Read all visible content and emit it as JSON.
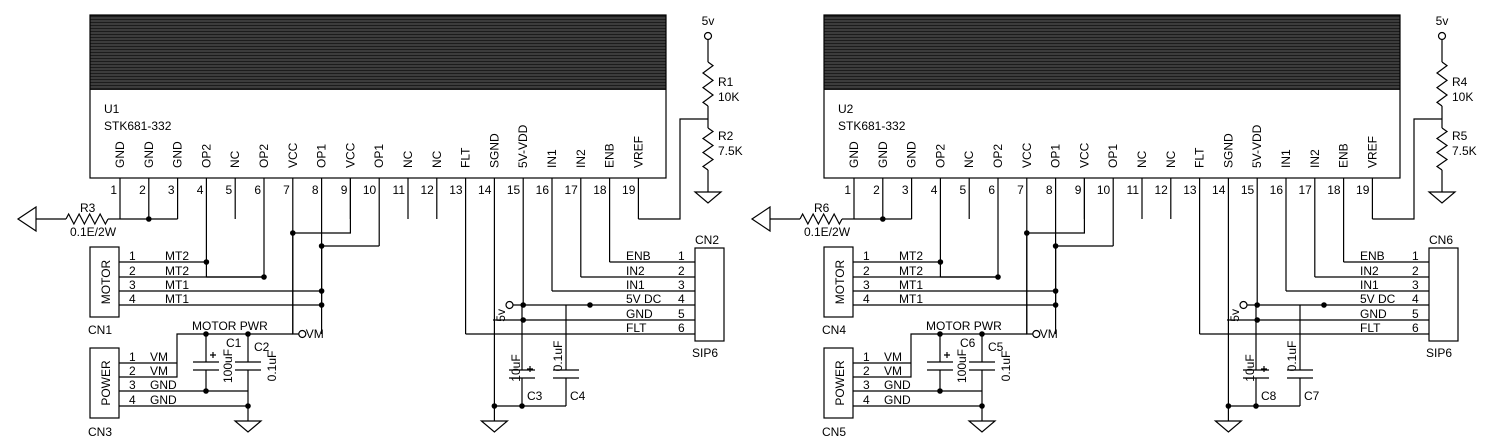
{
  "colors": {
    "ink": "#000000",
    "paper": "#ffffff"
  },
  "circuits": [
    {
      "ic_ref": "U1",
      "ic_part": "STK681-332",
      "pins": [
        {
          "num": "1",
          "name": "GND"
        },
        {
          "num": "2",
          "name": "GND"
        },
        {
          "num": "3",
          "name": "GND"
        },
        {
          "num": "4",
          "name": "OP2"
        },
        {
          "num": "5",
          "name": "NC"
        },
        {
          "num": "6",
          "name": "OP2"
        },
        {
          "num": "7",
          "name": "VCC"
        },
        {
          "num": "8",
          "name": "OP1"
        },
        {
          "num": "9",
          "name": "VCC"
        },
        {
          "num": "10",
          "name": "OP1"
        },
        {
          "num": "11",
          "name": "NC"
        },
        {
          "num": "12",
          "name": "NC"
        },
        {
          "num": "13",
          "name": "FLT"
        },
        {
          "num": "14",
          "name": "SGND"
        },
        {
          "num": "15",
          "name": "5V-VDD"
        },
        {
          "num": "16",
          "name": "IN1"
        },
        {
          "num": "17",
          "name": "IN2"
        },
        {
          "num": "18",
          "name": "ENB"
        },
        {
          "num": "19",
          "name": "VREF"
        }
      ],
      "supply_label": "5v",
      "r_top": {
        "ref": "R1",
        "value": "10K"
      },
      "r_bottom": {
        "ref": "R2",
        "value": "7.5K"
      },
      "r_sense": {
        "ref": "R3",
        "value": "0.1E/2W"
      },
      "motor_conn": {
        "ref": "CN1",
        "title": "MOTOR",
        "pins": [
          "1",
          "2",
          "3",
          "4"
        ],
        "nets": [
          "MT2",
          "MT2",
          "MT1",
          "MT1"
        ]
      },
      "power_conn": {
        "ref": "CN3",
        "title": "POWER",
        "pins": [
          "1",
          "2",
          "3",
          "4"
        ],
        "nets": [
          "VM",
          "VM",
          "GND",
          "GND"
        ]
      },
      "motor_pwr_label": "MOTOR PWR",
      "vm_label": "VM",
      "cap_bulk": {
        "ref": "C1",
        "value": "100uF"
      },
      "cap_film": {
        "ref": "C2",
        "value": "0.1uF"
      },
      "cap_logic_bulk": {
        "ref": "C3",
        "value": "10uF"
      },
      "cap_logic_film": {
        "ref": "C4",
        "value": "0.1uF"
      },
      "logic_supply_label": "5v",
      "sip_conn": {
        "ref": "CN2",
        "type": "SIP6",
        "pins": [
          "1",
          "2",
          "3",
          "4",
          "5",
          "6"
        ],
        "nets": [
          "ENB",
          "IN2",
          "IN1",
          "5V DC",
          "GND",
          "FLT"
        ]
      }
    },
    {
      "ic_ref": "U2",
      "ic_part": "STK681-332",
      "pins": [
        {
          "num": "1",
          "name": "GND"
        },
        {
          "num": "2",
          "name": "GND"
        },
        {
          "num": "3",
          "name": "GND"
        },
        {
          "num": "4",
          "name": "OP2"
        },
        {
          "num": "5",
          "name": "NC"
        },
        {
          "num": "6",
          "name": "OP2"
        },
        {
          "num": "7",
          "name": "VCC"
        },
        {
          "num": "8",
          "name": "OP1"
        },
        {
          "num": "9",
          "name": "VCC"
        },
        {
          "num": "10",
          "name": "OP1"
        },
        {
          "num": "11",
          "name": "NC"
        },
        {
          "num": "12",
          "name": "NC"
        },
        {
          "num": "13",
          "name": "FLT"
        },
        {
          "num": "14",
          "name": "SGND"
        },
        {
          "num": "15",
          "name": "5V-VDD"
        },
        {
          "num": "16",
          "name": "IN1"
        },
        {
          "num": "17",
          "name": "IN2"
        },
        {
          "num": "18",
          "name": "ENB"
        },
        {
          "num": "19",
          "name": "VREF"
        }
      ],
      "supply_label": "5v",
      "r_top": {
        "ref": "R4",
        "value": "10K"
      },
      "r_bottom": {
        "ref": "R5",
        "value": "7.5K"
      },
      "r_sense": {
        "ref": "R6",
        "value": "0.1E/2W"
      },
      "motor_conn": {
        "ref": "CN4",
        "title": "MOTOR",
        "pins": [
          "1",
          "2",
          "3",
          "4"
        ],
        "nets": [
          "MT2",
          "MT2",
          "MT1",
          "MT1"
        ]
      },
      "power_conn": {
        "ref": "CN5",
        "title": "POWER",
        "pins": [
          "1",
          "2",
          "3",
          "4"
        ],
        "nets": [
          "VM",
          "VM",
          "GND",
          "GND"
        ]
      },
      "motor_pwr_label": "MOTOR PWR",
      "vm_label": "VM",
      "cap_bulk": {
        "ref": "C6",
        "value": "100uF"
      },
      "cap_film": {
        "ref": "C5",
        "value": "0.1uF"
      },
      "cap_logic_bulk": {
        "ref": "C8",
        "value": "10uF"
      },
      "cap_logic_film": {
        "ref": "C7",
        "value": "0.1uF"
      },
      "logic_supply_label": "5v",
      "sip_conn": {
        "ref": "CN6",
        "type": "SIP6",
        "pins": [
          "1",
          "2",
          "3",
          "4",
          "5",
          "6"
        ],
        "nets": [
          "ENB",
          "IN2",
          "IN1",
          "5V DC",
          "GND",
          "FLT"
        ]
      }
    }
  ]
}
